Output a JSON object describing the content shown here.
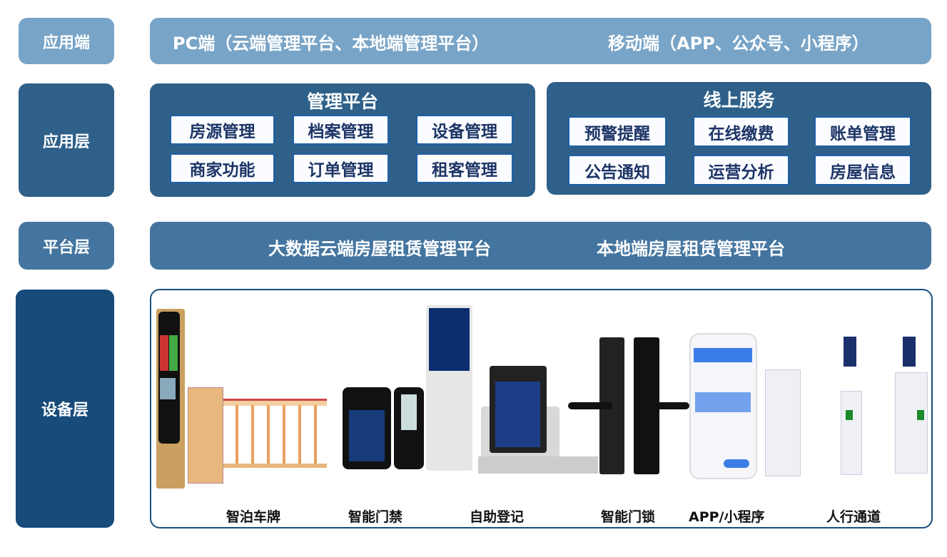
{
  "layers": {
    "client": "应用端",
    "application": "应用层",
    "platform": "平台层",
    "device": "设备层"
  },
  "client_bar": {
    "pc": "PC端（云端管理平台、本地端管理平台）",
    "mobile": "移动端（APP、公众号、小程序）"
  },
  "management": {
    "title": "管理平台",
    "items": [
      "房源管理",
      "档案管理",
      "设备管理",
      "商家功能",
      "订单管理",
      "租客管理"
    ]
  },
  "online": {
    "title": "线上服务",
    "items": [
      "预警提醒",
      "在线缴费",
      "账单管理",
      "公告通知",
      "运营分析",
      "房屋信息"
    ]
  },
  "platform_bar": {
    "cloud": "大数据云端房屋租赁管理平台",
    "local": "本地端房屋租赁管理平台"
  },
  "devices": [
    "智泊车牌",
    "智能门禁",
    "自助登记",
    "智能门锁",
    "APP/小程序",
    "人行通道"
  ],
  "colors": {
    "client": "#78A4C7",
    "application": "#2E6089",
    "platform": "#4475A0",
    "device": "#174B7A"
  }
}
